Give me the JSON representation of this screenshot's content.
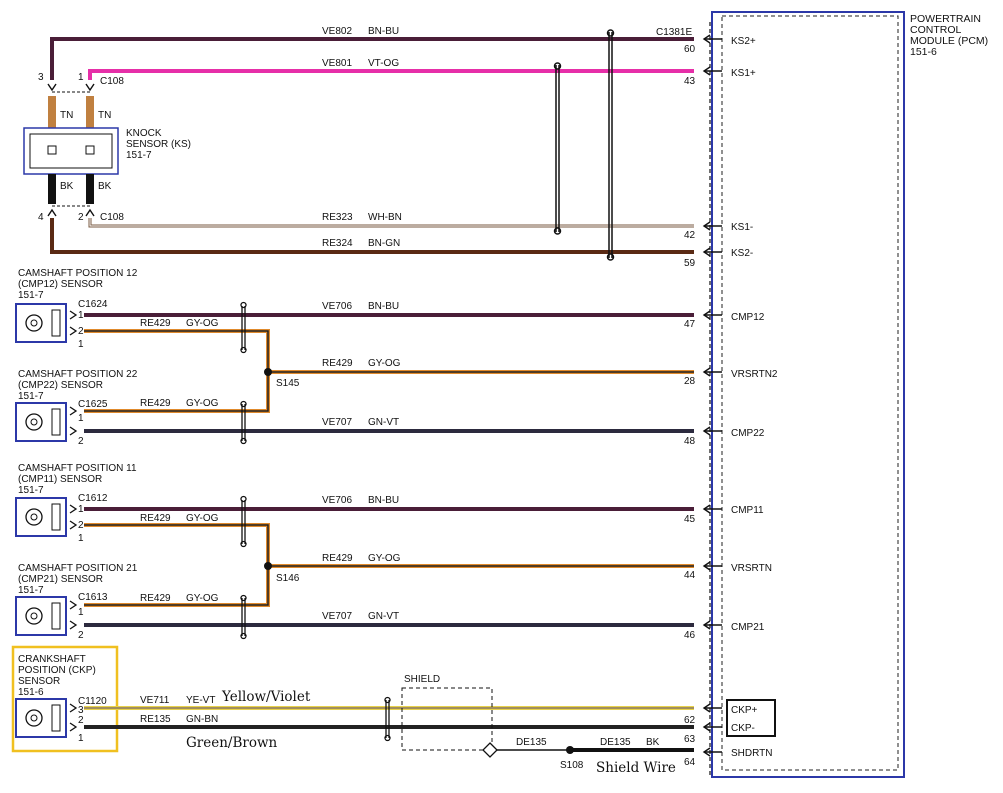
{
  "colors": {
    "bn_bu": "#4a1e38",
    "vt_og": "#e62fa8",
    "wh_bn": "#7a5a40",
    "bn_gn": "#5a2a14",
    "gy_og": "#e08a2c",
    "gn_vt": "#2c2a3e",
    "ye_vt": "#e8d24a",
    "gn_bn": "#222222",
    "tn": "#c08040",
    "bk": "#111111",
    "pcm_box": "#2c38a8",
    "highlight": "#f0c020",
    "sensor_box": "#2c38a8"
  },
  "pcm": {
    "lines": [
      "POWERTRAIN",
      "CONTROL",
      "MODULE (PCM)",
      "151-6"
    ],
    "connector": "C1381E",
    "pins": [
      {
        "num": "60",
        "label": "KS2+"
      },
      {
        "num": "43",
        "label": "KS1+"
      },
      {
        "num": "42",
        "label": "KS1-"
      },
      {
        "num": "59",
        "label": "KS2-"
      },
      {
        "num": "47",
        "label": "CMP12"
      },
      {
        "num": "28",
        "label": "VRSRTN2"
      },
      {
        "num": "48",
        "label": "CMP22"
      },
      {
        "num": "45",
        "label": "CMP11"
      },
      {
        "num": "44",
        "label": "VRSRTN"
      },
      {
        "num": "46",
        "label": "CMP21"
      },
      {
        "num": "62",
        "label": "CKP+"
      },
      {
        "num": "63",
        "label": "CKP-"
      },
      {
        "num": "64",
        "label": "SHDRTN"
      }
    ]
  },
  "knock": {
    "lines": [
      "KNOCK",
      "SENSOR (KS)",
      "151-7"
    ],
    "connector_top": "C108",
    "connector_bottom": "C108",
    "pins_top": [
      "3",
      "1"
    ],
    "pins_bottom": [
      "4",
      "2"
    ],
    "wire_top": "TN",
    "wire_bottom": "BK"
  },
  "wires": [
    {
      "circuit": "VE802",
      "color": "BN-BU"
    },
    {
      "circuit": "VE801",
      "color": "VT-OG"
    },
    {
      "circuit": "RE323",
      "color": "WH-BN"
    },
    {
      "circuit": "RE324",
      "color": "BN-GN"
    },
    {
      "circuit": "VE706",
      "color": "BN-BU"
    },
    {
      "circuit": "RE429",
      "color": "GY-OG"
    },
    {
      "circuit": "RE429",
      "color": "GY-OG"
    },
    {
      "circuit": "RE429",
      "color": "GY-OG"
    },
    {
      "circuit": "VE707",
      "color": "GN-VT"
    },
    {
      "circuit": "VE706",
      "color": "BN-BU"
    },
    {
      "circuit": "RE429",
      "color": "GY-OG"
    },
    {
      "circuit": "RE429",
      "color": "GY-OG"
    },
    {
      "circuit": "RE429",
      "color": "GY-OG"
    },
    {
      "circuit": "VE707",
      "color": "GN-VT"
    },
    {
      "circuit": "VE711",
      "color": "YE-VT"
    },
    {
      "circuit": "RE135",
      "color": "GN-BN"
    },
    {
      "circuit": "DE135",
      "color": ""
    },
    {
      "circuit": "DE135",
      "color": "BK"
    }
  ],
  "sensors": [
    {
      "lines": [
        "CAMSHAFT POSITION 12",
        "(CMP12) SENSOR",
        "151-7"
      ],
      "connector": "C1624",
      "pins": [
        "1",
        "2",
        "1"
      ]
    },
    {
      "lines": [
        "CAMSHAFT POSITION 22",
        "(CMP22) SENSOR",
        "151-7"
      ],
      "connector": "C1625",
      "pins": [
        "1",
        "2"
      ]
    },
    {
      "lines": [
        "CAMSHAFT POSITION 11",
        "(CMP11) SENSOR",
        "151-7"
      ],
      "connector": "C1612",
      "pins": [
        "1",
        "2",
        "1"
      ]
    },
    {
      "lines": [
        "CAMSHAFT POSITION 21",
        "(CMP21) SENSOR",
        "151-7"
      ],
      "connector": "C1613",
      "pins": [
        "1",
        "2"
      ]
    },
    {
      "lines": [
        "CRANKSHAFT",
        "POSITION (CKP)",
        "SENSOR",
        "151-6"
      ],
      "connector": "C1120",
      "pins": [
        "3",
        "2",
        "1"
      ]
    }
  ],
  "splices": [
    "S145",
    "S146",
    "S108"
  ],
  "shield_label": "SHIELD",
  "annotations": {
    "yellow": "Yellow/Violet",
    "green": "Green/Brown",
    "shield_wire": "Shield Wire"
  }
}
